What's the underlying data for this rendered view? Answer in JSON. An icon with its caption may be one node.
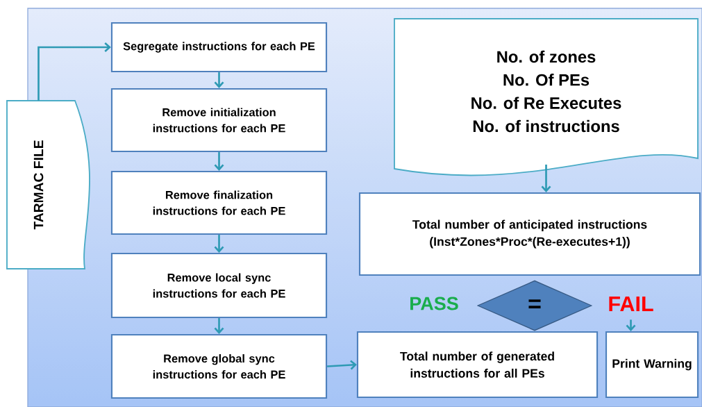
{
  "diagram": {
    "nodes": [
      {
        "text": [
          "TARMAC FILE"
        ]
      },
      {
        "text": [
          "Segregate instructions for each PE"
        ]
      },
      {
        "text": [
          "Remove initialization instructions for each PE"
        ]
      },
      {
        "text": [
          "Remove finalization instructions for each PE"
        ]
      },
      {
        "text": [
          "Remove local sync instructions for each PE"
        ]
      },
      {
        "text": [
          "Remove global sync instructions for each PE"
        ]
      },
      {
        "text": [
          "No. of zones",
          "No. Of PEs",
          "No. of Re Executes",
          "No. of instructions"
        ]
      },
      {
        "text": [
          "Total number of anticipated instructions",
          "(Inst*Zones*Proc*(Re-executes+1))"
        ]
      },
      {
        "text": [
          "="
        ]
      },
      {
        "text": [
          "FAIL"
        ]
      },
      {
        "text": [
          "Total number of generated instructions for all PEs"
        ]
      },
      {
        "text": [
          "Print Warning"
        ]
      }
    ],
    "edges": [
      {
        "from": 0,
        "to": 1,
        "arrow": "to"
      },
      {
        "from": 1,
        "to": 2,
        "arrow": "to"
      },
      {
        "from": 2,
        "to": 3,
        "arrow": "to"
      },
      {
        "from": 3,
        "to": 4,
        "arrow": "to"
      },
      {
        "from": 4,
        "to": 5,
        "arrow": "to"
      },
      {
        "from": 5,
        "to": 10,
        "arrow": "to"
      },
      {
        "from": 6,
        "to": 7,
        "arrow": "to"
      },
      {
        "from": 9,
        "to": 11,
        "arrow": "to"
      }
    ],
    "labels": [
      "PASS"
    ]
  }
}
